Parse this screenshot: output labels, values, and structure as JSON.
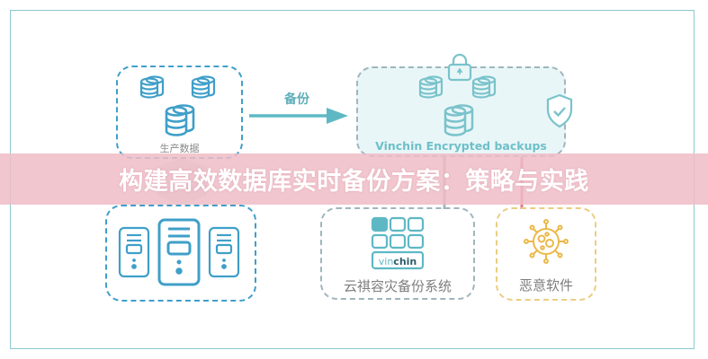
{
  "diagram": {
    "nodes": {
      "production": {
        "label": "生产数据",
        "icon": "database-stack-icon"
      },
      "encrypted_backups": {
        "label": "Vinchin Encrypted backups",
        "icons": [
          "lock-icon",
          "shield-check-icon",
          "database-stack-icon"
        ]
      },
      "servers": {
        "icon": "server-icon"
      },
      "vinchin_system": {
        "label": "云祺容灾备份系统",
        "logo_text_light": "vin",
        "logo_text_bold": "chin"
      },
      "malware": {
        "label": "恶意软件",
        "icon": "virus-icon"
      }
    },
    "edges": {
      "backup_arrow": {
        "label": "备份",
        "from": "production",
        "to": "encrypted_backups"
      }
    }
  },
  "banner": {
    "title": "构建高效数据库实时备份方案：策略与实践"
  },
  "colors": {
    "blue": "#3f9fc9",
    "teal": "#6ec0c9",
    "arrow": "#5eb8c4",
    "gray_dash": "#9fb6bc",
    "gold": "#ebb94a",
    "banner": "#eebcc6"
  }
}
